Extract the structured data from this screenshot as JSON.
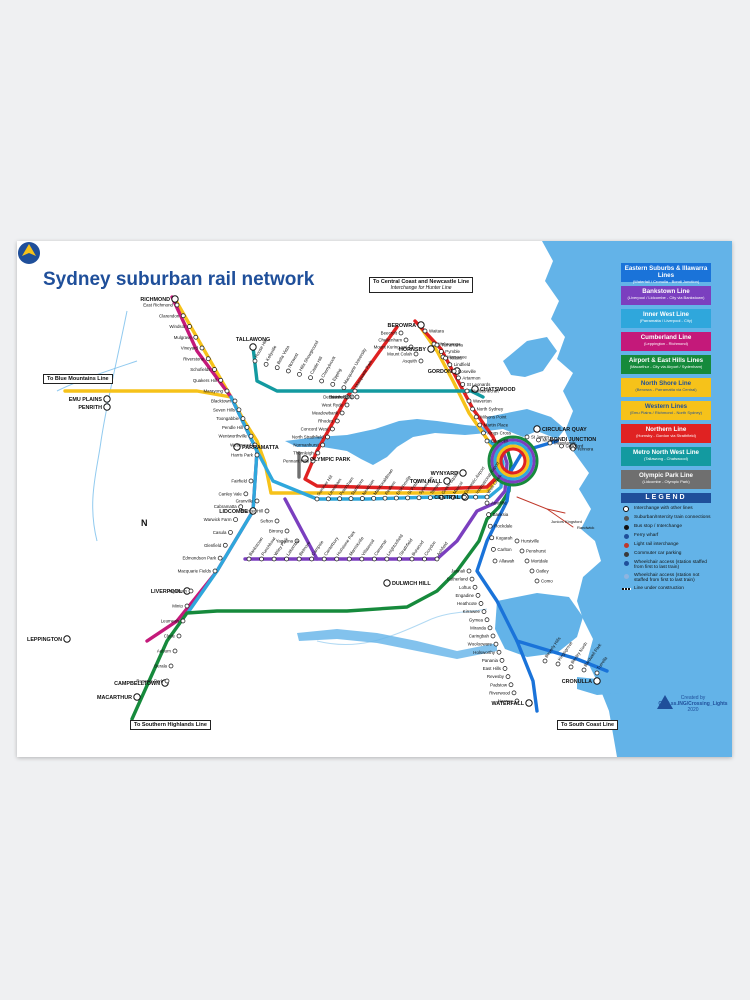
{
  "title": "Sydney suburban rail network",
  "external_links": {
    "blue_mountains": "To Blue Mountains Line",
    "central_coast": "To Central Coast and Newcastle Line",
    "central_coast_sub": "Interchange for Hunter Line",
    "southern_highlands": "To Southern Highlands Line",
    "south_coast": "To South Coast Line"
  },
  "lines": [
    {
      "name": "Eastern Suburbs & Illawarra Lines",
      "sub": "(Waterfall / Cronulla - Bondi Junction)",
      "color": "#1a73d9"
    },
    {
      "name": "Bankstown Line",
      "sub": "(Liverpool / Lidcombe - City via Bankstown)",
      "color": "#7b3fbf"
    },
    {
      "name": "Inner West Line",
      "sub": "(Parramatta / Liverpool - City)",
      "color": "#2fa7dc"
    },
    {
      "name": "Cumberland Line",
      "sub": "(Leppington - Richmond)",
      "color": "#c4197a"
    },
    {
      "name": "Airport & East Hills Lines",
      "sub": "(Macarthur - City via Airport / Sydenham)",
      "color": "#168a3c"
    },
    {
      "name": "North Shore Line",
      "sub": "(Berowra - Parramatta via Central)",
      "color": "#f6c21a"
    },
    {
      "name": "Western Lines",
      "sub": "(Emu Plains / Richmond - North Sydney)",
      "color": "#f6c21a"
    },
    {
      "name": "Northern Line",
      "sub": "(Hornsby - Gordon via Strathfield)",
      "color": "#e02222"
    },
    {
      "name": "Metro North West Line",
      "sub": "(Tallawong - Chatswood)",
      "color": "#139aa0"
    },
    {
      "name": "Olympic Park Line",
      "sub": "(Lidcombe - Olympic Park)",
      "color": "#6f6f6f"
    }
  ],
  "legend": {
    "heading": "LEGEND",
    "items": [
      "Interchange with other lines",
      "Suburban/Intercity train connections",
      "Bus stop / Interchange",
      "Ferry wharf",
      "Light rail interchange",
      "Commuter car parking",
      "Wheelchair access (station staffed from first to last train)",
      "Wheelchair access (station not staffed from first to last train)",
      "Line under construction"
    ]
  },
  "credit": [
    "Created by",
    "CRO.ss.ING/Crossing_Lights",
    "2020"
  ],
  "compass_letter": "N",
  "stations_major": [
    "RICHMOND",
    "EMU PLAINS",
    "PENRITH",
    "TALLAWONG",
    "PARRAMATTA",
    "OLYMPIC PARK",
    "LIDCOMBE",
    "LIVERPOOL",
    "LEPPINGTON",
    "CAMPBELLTOWN",
    "MACARTHUR",
    "BEROWRA",
    "HORNSBY",
    "GORDON",
    "CHATSWOOD",
    "CIRCULAR QUAY",
    "WYNYARD",
    "TOWN HALL",
    "CENTRAL",
    "BONDI JUNCTION",
    "DULWICH HILL",
    "CRONULLA",
    "WATERFALL"
  ],
  "stations_minor": [
    "East Richmond",
    "Clarendon",
    "Windsor",
    "Mulgrave",
    "Vineyard",
    "Riverstone",
    "Schofields",
    "Quakers Hill",
    "Marayong",
    "Blacktown",
    "Seven Hills",
    "Toongabbie",
    "Pendle Hill",
    "Wentworthville",
    "Westmead",
    "Harris Park",
    "Rouse Hill",
    "Kellyville",
    "Bella Vista",
    "Norwest",
    "Hills Showground",
    "Castle Hill",
    "Cherrybrook",
    "Epping",
    "Macquarie University",
    "Macquarie Park",
    "North Ryde",
    "Eastwood",
    "Denistone",
    "West Ryde",
    "Meadowbank",
    "Rhodes",
    "Concord West",
    "North Strathfield",
    "Normanhurst",
    "Thornleigh",
    "Pennant Hills",
    "Beecroft",
    "Cheltenham",
    "Mount Kuring-gai",
    "Mount Colah",
    "Asquith",
    "Waitara",
    "Wahroonga",
    "Warrawee",
    "Turramurra",
    "Pymble",
    "Killara",
    "Lindfield",
    "Roseville",
    "Artarmon",
    "St Leonards",
    "Wollstonecraft",
    "Waverton",
    "North Sydney",
    "Milsons Point",
    "Martin Place",
    "Kings Cross",
    "Edgecliff",
    "St James",
    "Museum",
    "Merrylands",
    "Guildford",
    "Yennora",
    "Fairfield",
    "Canley Vale",
    "Cabramatta",
    "Warwick Farm",
    "Casula",
    "Glenfield",
    "Edmondson Park",
    "Macquarie Fields",
    "Ingleburn",
    "Minto",
    "Leumeah",
    "Clyde",
    "Auburn",
    "Berala",
    "Regents Park",
    "Granville",
    "Chester Hill",
    "Sefton",
    "Birrong",
    "Yagoona",
    "Bankstown",
    "Punchbowl",
    "Wiley Park",
    "Lakemba",
    "Belmore",
    "Campsie",
    "Canterbury",
    "Hurlstone Park",
    "Marrickville",
    "Villawood",
    "Carramar",
    "Leightonfield",
    "Strathfield",
    "Burwood",
    "Croydon",
    "Ashfield",
    "Summer Hill",
    "Lewisham",
    "Petersham",
    "Stanmore",
    "Newtown",
    "Macdonaldtown",
    "Redfern",
    "Erskineville",
    "St Peters",
    "Sydenham",
    "Tempe",
    "Green Square",
    "Mascot",
    "Domestic Airport",
    "International Airport",
    "Wolli Creek",
    "Arncliffe",
    "Banksia",
    "Rockdale",
    "Kogarah",
    "Carlton",
    "Allawah",
    "Hurstville",
    "Penshurst",
    "Mortdale",
    "Oatley",
    "Como",
    "Jannali",
    "Sutherland",
    "Loftus",
    "Engadine",
    "Heathcote",
    "Kirrawee",
    "Gymea",
    "Miranda",
    "Caringbah",
    "Woolooware",
    "Holsworthy",
    "Panania",
    "East Hills",
    "Revesby",
    "Padstow",
    "Riverwood",
    "Narwee",
    "Beverly Hills",
    "Kingsgrove",
    "Bexley North",
    "Bardwell Park",
    "Turrella"
  ],
  "light_rail_labels": [
    "Randwick",
    "Juniors Kingsford"
  ]
}
